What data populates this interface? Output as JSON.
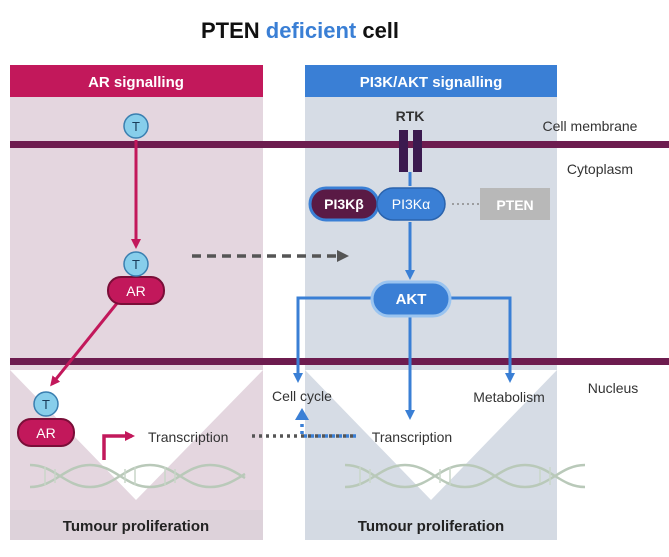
{
  "title": {
    "prefix": "PTEN ",
    "highlight": "deficient",
    "suffix": " cell",
    "highlight_color": "#3a7fd5"
  },
  "regions": {
    "membrane": "Cell membrane",
    "cytoplasm": "Cytoplasm",
    "nucleus": "Nucleus"
  },
  "ar_panel": {
    "header": "AR signalling",
    "header_color": "#c2185b",
    "footer": "Tumour proliferation",
    "testosterone": "T",
    "receptor": "AR",
    "transcription": "Transcription"
  },
  "pi3k_panel": {
    "header": "PI3K/AKT signalling",
    "header_color": "#3a7fd5",
    "footer": "Tumour proliferation",
    "rtk": "RTK",
    "pi3kb": "PI3Kβ",
    "pi3ka": "PI3Kα",
    "pten": "PTEN",
    "akt": "AKT",
    "cell_cycle": "Cell cycle",
    "metabolism": "Metabolism",
    "transcription": "Transcription"
  },
  "colors": {
    "membrane": "#6d1c4f",
    "ar_pink": "#c2185b",
    "pi3k_blue": "#3a7fd5",
    "pi3kb_dark": "#5a1a45",
    "pten_grey": "#b8b8b8",
    "testosterone_fill": "#87ceeb",
    "dna": "#b9c9b9"
  }
}
